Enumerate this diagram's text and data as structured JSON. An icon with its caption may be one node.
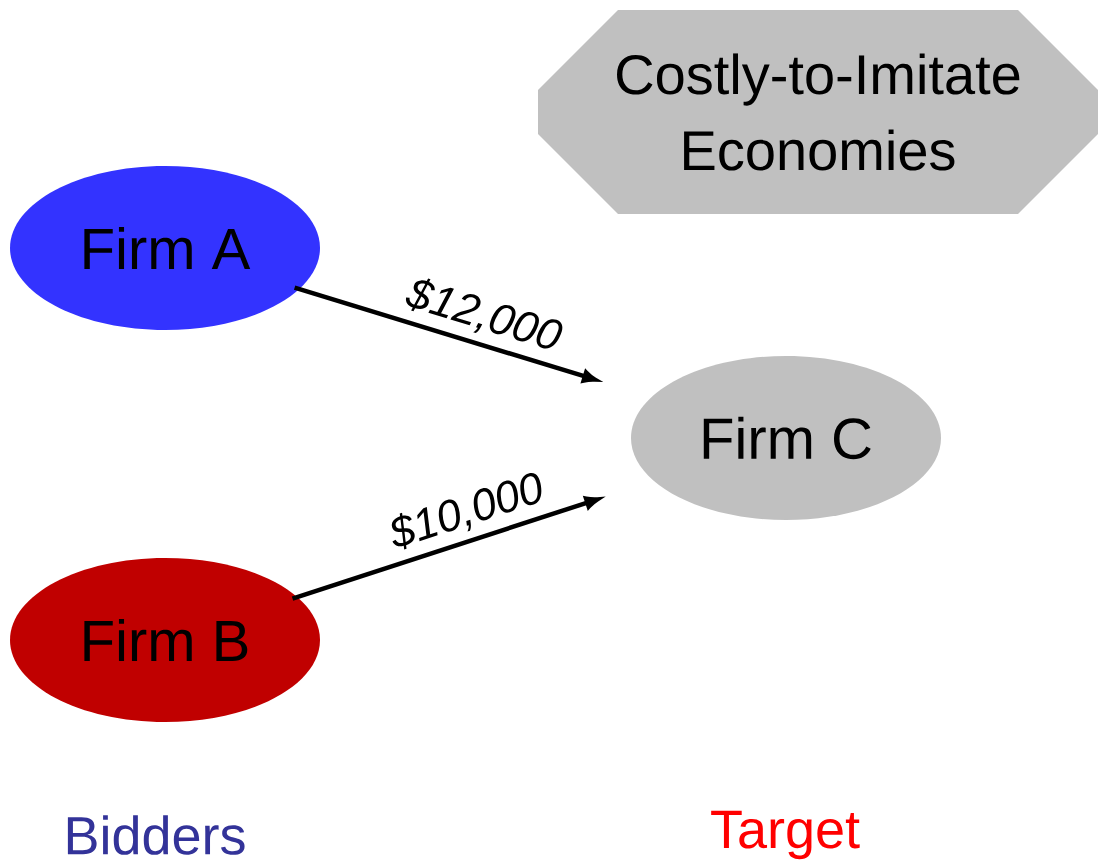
{
  "diagram": {
    "nodes": [
      {
        "text": [
          "Costly-to-Imitate Economies"
        ]
      },
      {
        "text": [
          "Firm A"
        ]
      },
      {
        "text": [
          "Firm B"
        ]
      },
      {
        "text": [
          "Firm C"
        ]
      }
    ],
    "edges": [
      {
        "from": 1,
        "to": 3,
        "arrow": "to",
        "label": "$12,000"
      },
      {
        "from": 2,
        "to": 3,
        "arrow": "to",
        "label": "$10,000"
      }
    ],
    "labels": [
      "Bidders",
      "Target"
    ]
  }
}
